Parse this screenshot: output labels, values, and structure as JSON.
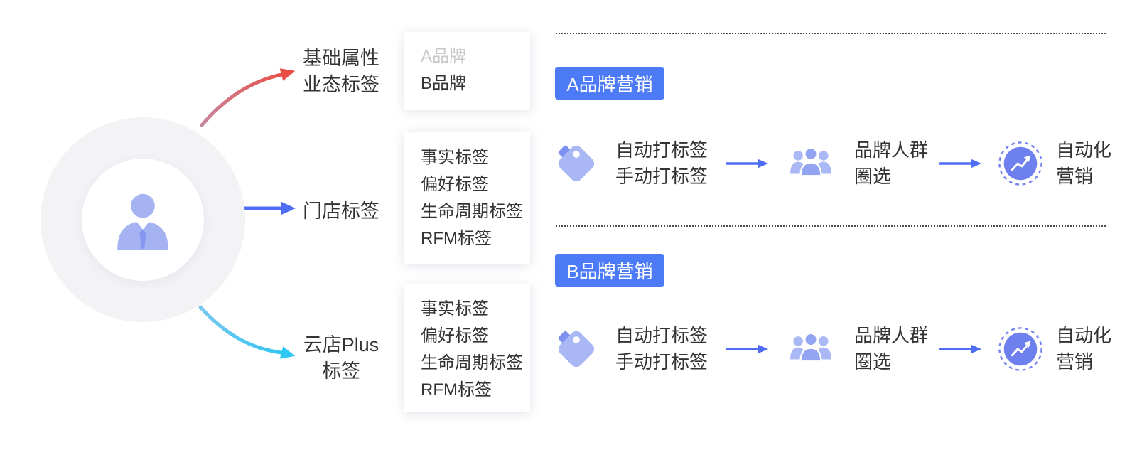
{
  "colors": {
    "accent_blue": "#4f6cf5",
    "badge_blue": "#4d7bf8",
    "periwinkle": "#a7b5f3",
    "arrow_red": "#ea4d44",
    "arrow_cyan": "#3cc9f0",
    "text_dark": "#333333",
    "muted_text": "#c9c9c9"
  },
  "center_node": {
    "icon": "user-icon"
  },
  "branches": [
    {
      "id": "basic-attrs",
      "arrow": "red-curved-arrow",
      "lines": [
        "基础属性",
        "业态标签"
      ]
    },
    {
      "id": "store",
      "arrow": "blue-straight-arrow",
      "lines": [
        "门店标签"
      ]
    },
    {
      "id": "cloud-plus",
      "arrow": "cyan-curved-arrow",
      "lines": [
        "云店Plus",
        "标签"
      ]
    }
  ],
  "tag_boxes": [
    {
      "id": "brands",
      "items": [
        {
          "text": "A品牌",
          "muted": true
        },
        {
          "text": "B品牌",
          "muted": false
        }
      ]
    },
    {
      "id": "store-tags",
      "items": [
        "事实标签",
        "偏好标签",
        "生命周期标签",
        "RFM标签"
      ]
    },
    {
      "id": "cloud-tags",
      "items": [
        "事实标签",
        "偏好标签",
        "生命周期标签",
        "RFM标签"
      ]
    }
  ],
  "flows": [
    {
      "badge": "A品牌营销",
      "steps": [
        {
          "icon": "tag-icon",
          "lines": [
            "自动打标签",
            "手动打标签"
          ]
        },
        {
          "icon": "people-group-icon",
          "lines": [
            "品牌人群",
            "圈选"
          ]
        },
        {
          "icon": "auto-marketing-icon",
          "lines": [
            "自动化",
            "营销"
          ]
        }
      ]
    },
    {
      "badge": "B品牌营销",
      "steps": [
        {
          "icon": "tag-icon",
          "lines": [
            "自动打标签",
            "手动打标签"
          ]
        },
        {
          "icon": "people-group-icon",
          "lines": [
            "品牌人群",
            "圈选"
          ]
        },
        {
          "icon": "auto-marketing-icon",
          "lines": [
            "自动化",
            "营销"
          ]
        }
      ]
    }
  ]
}
